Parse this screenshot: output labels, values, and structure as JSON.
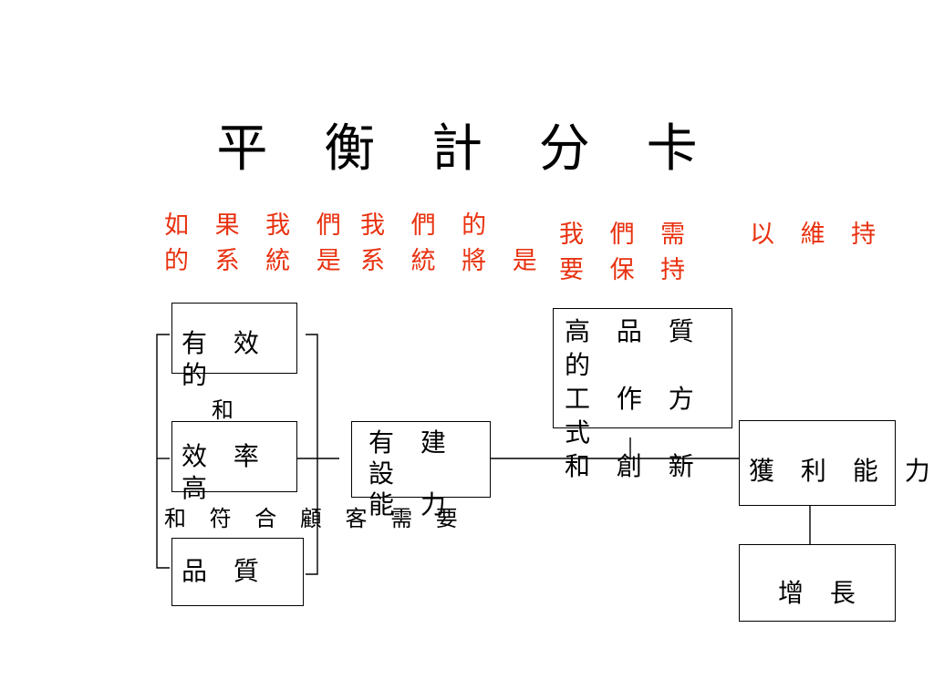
{
  "title": "平 衡 計 分 卡",
  "questions": {
    "q1": "如 果 我 們\n的 系 統 是",
    "q2": "我 們 的\n系 統 將 是",
    "q3": "我 們 需\n要 保 持",
    "q4": "以 維 持"
  },
  "boxes": {
    "effective": "有 效 的",
    "efficient": "效 率 高",
    "quality": "品 質",
    "constructive": "有 建 設\n能 力",
    "high_quality": "高 品 質 的\n工 作 方 式\n和 創 新",
    "profit": "獲 利 能 力",
    "growth": "增 長"
  },
  "labels": {
    "and": "和",
    "and_customer": "和 符 合 顧 客 需 要"
  },
  "colors": {
    "question": "#e8310f",
    "line": "#000000"
  }
}
